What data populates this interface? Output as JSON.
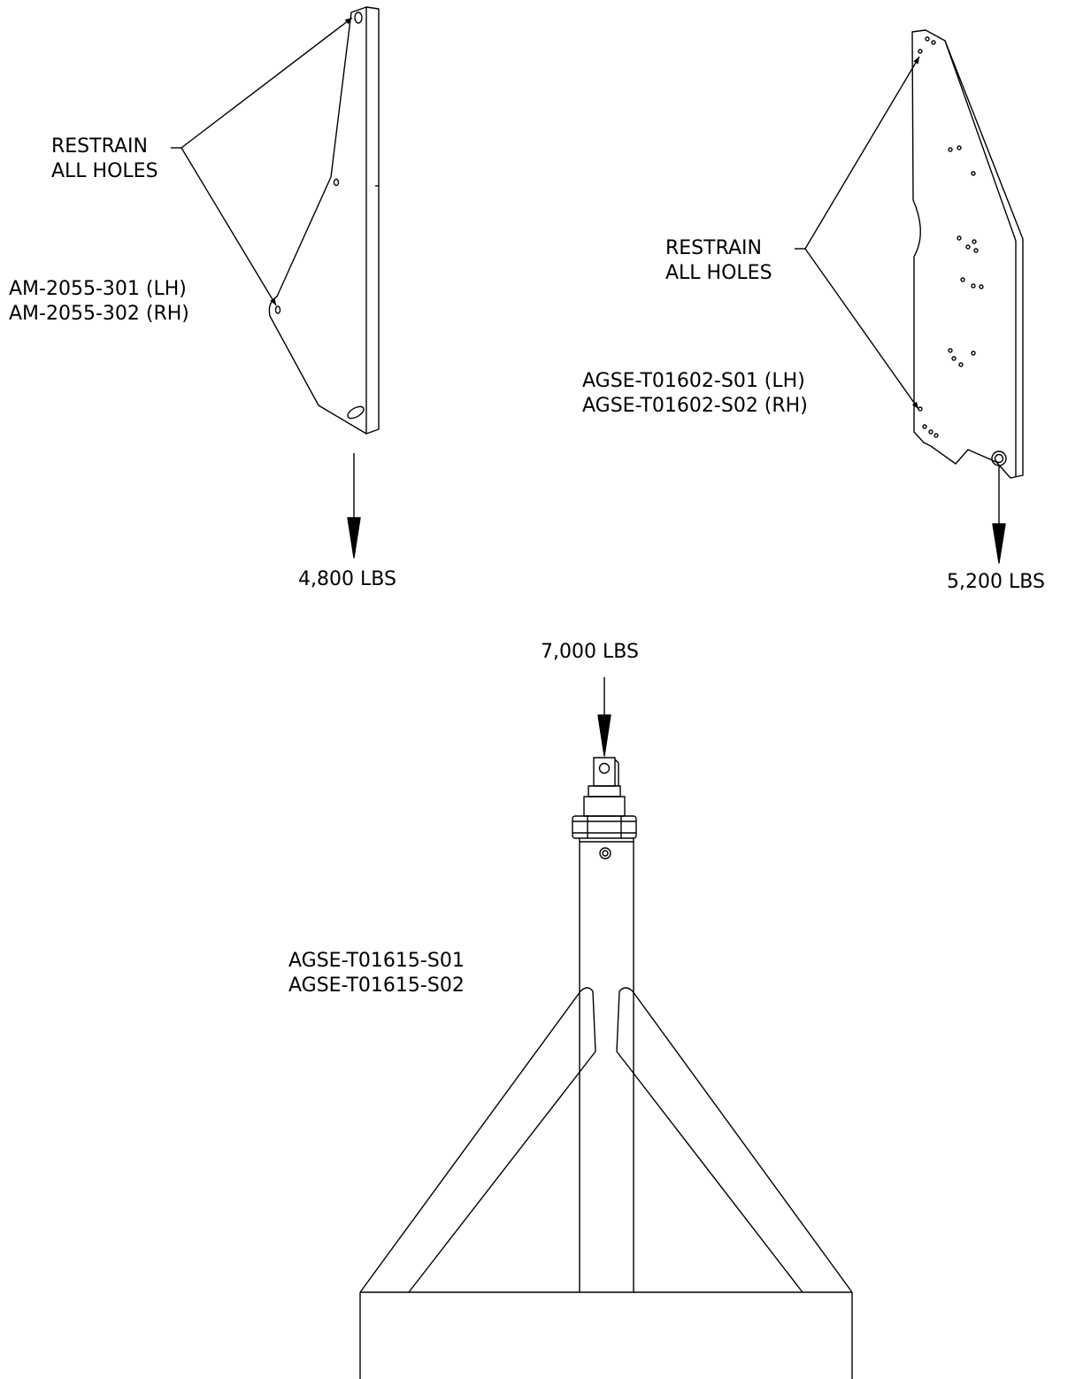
{
  "colors": {
    "line": "#000000",
    "background": "#ffffff"
  },
  "part_a": {
    "callout": [
      "RESTRAIN",
      "ALL HOLES"
    ],
    "part_numbers": [
      "AM-2055-301 (LH)",
      "AM-2055-302 (RH)"
    ],
    "load": "4,800 LBS"
  },
  "part_b": {
    "callout": [
      "RESTRAIN",
      "ALL HOLES"
    ],
    "part_numbers": [
      "AGSE-T01602-S01 (LH)",
      "AGSE-T01602-S02 (RH)"
    ],
    "load": "5,200 LBS"
  },
  "part_c": {
    "part_numbers": [
      "AGSE-T01615-S01",
      "AGSE-T01615-S02"
    ],
    "load": "7,000 LBS"
  }
}
